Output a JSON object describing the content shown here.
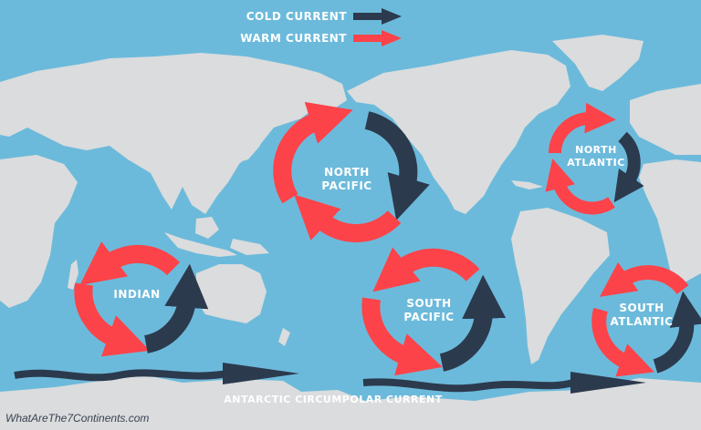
{
  "legend": {
    "cold_label": "COLD CURRENT",
    "warm_label": "WARM CURRENT",
    "cold_color": "#2c3a4e",
    "warm_color": "#fc4349"
  },
  "colors": {
    "ocean": "#6cbadb",
    "land": "#dadcdd",
    "label_text": "#ffffff"
  },
  "gyres": [
    {
      "name": "NORTH PACIFIC",
      "line1": "NORTH",
      "line2": "PACIFIC"
    },
    {
      "name": "NORTH ATLANTIC",
      "line1": "NORTH",
      "line2": "ATLANTIC"
    },
    {
      "name": "INDIAN",
      "line1": "INDIAN",
      "line2": ""
    },
    {
      "name": "SOUTH PACIFIC",
      "line1": "SOUTH",
      "line2": "PACIFIC"
    },
    {
      "name": "SOUTH ATLANTIC",
      "line1": "SOUTH",
      "line2": "ATLANTIC"
    }
  ],
  "circumpolar_label": "ANTARCTIC  CIRCUMPOLAR CURRENT",
  "credit": "WhatAreThe7Continents.com"
}
